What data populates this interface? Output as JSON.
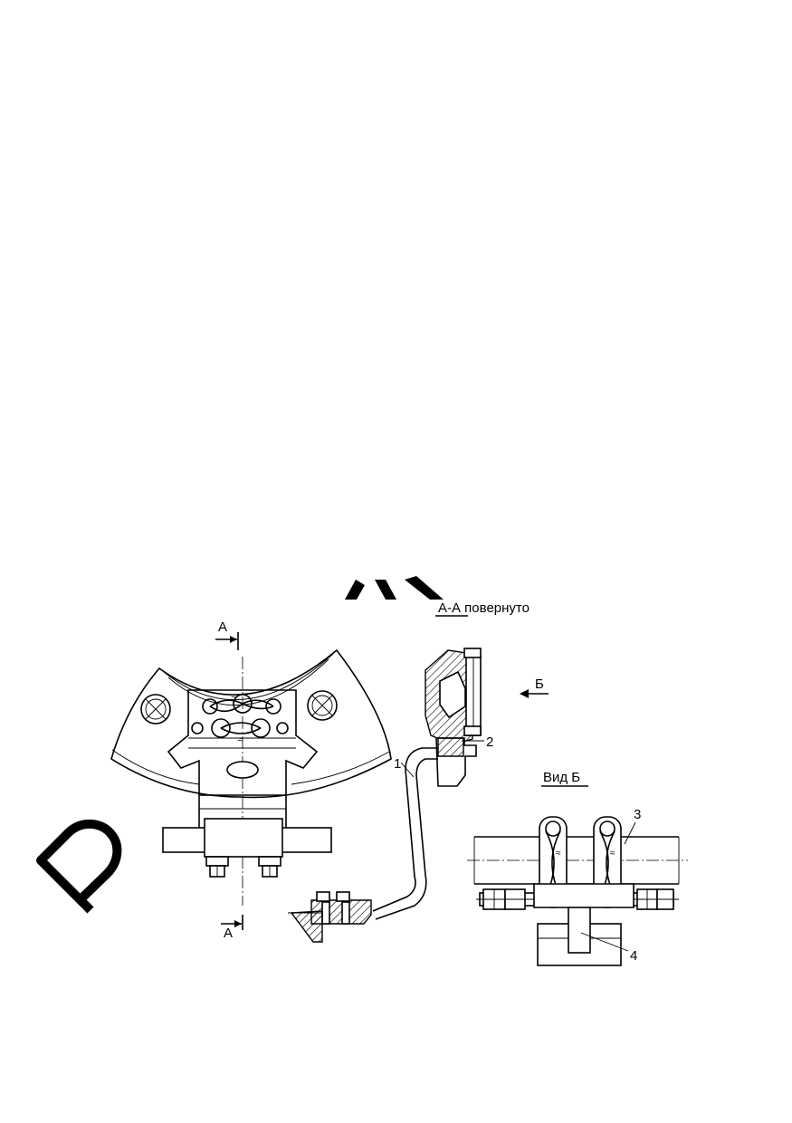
{
  "labels": {
    "section_top": "А",
    "section_bottom": "А",
    "section_title": "А-А повернуто",
    "view_arrow": "Б",
    "view_title": "Вид Б",
    "part_1": "1",
    "part_2": "2",
    "part_3": "3",
    "part_4": "4"
  }
}
